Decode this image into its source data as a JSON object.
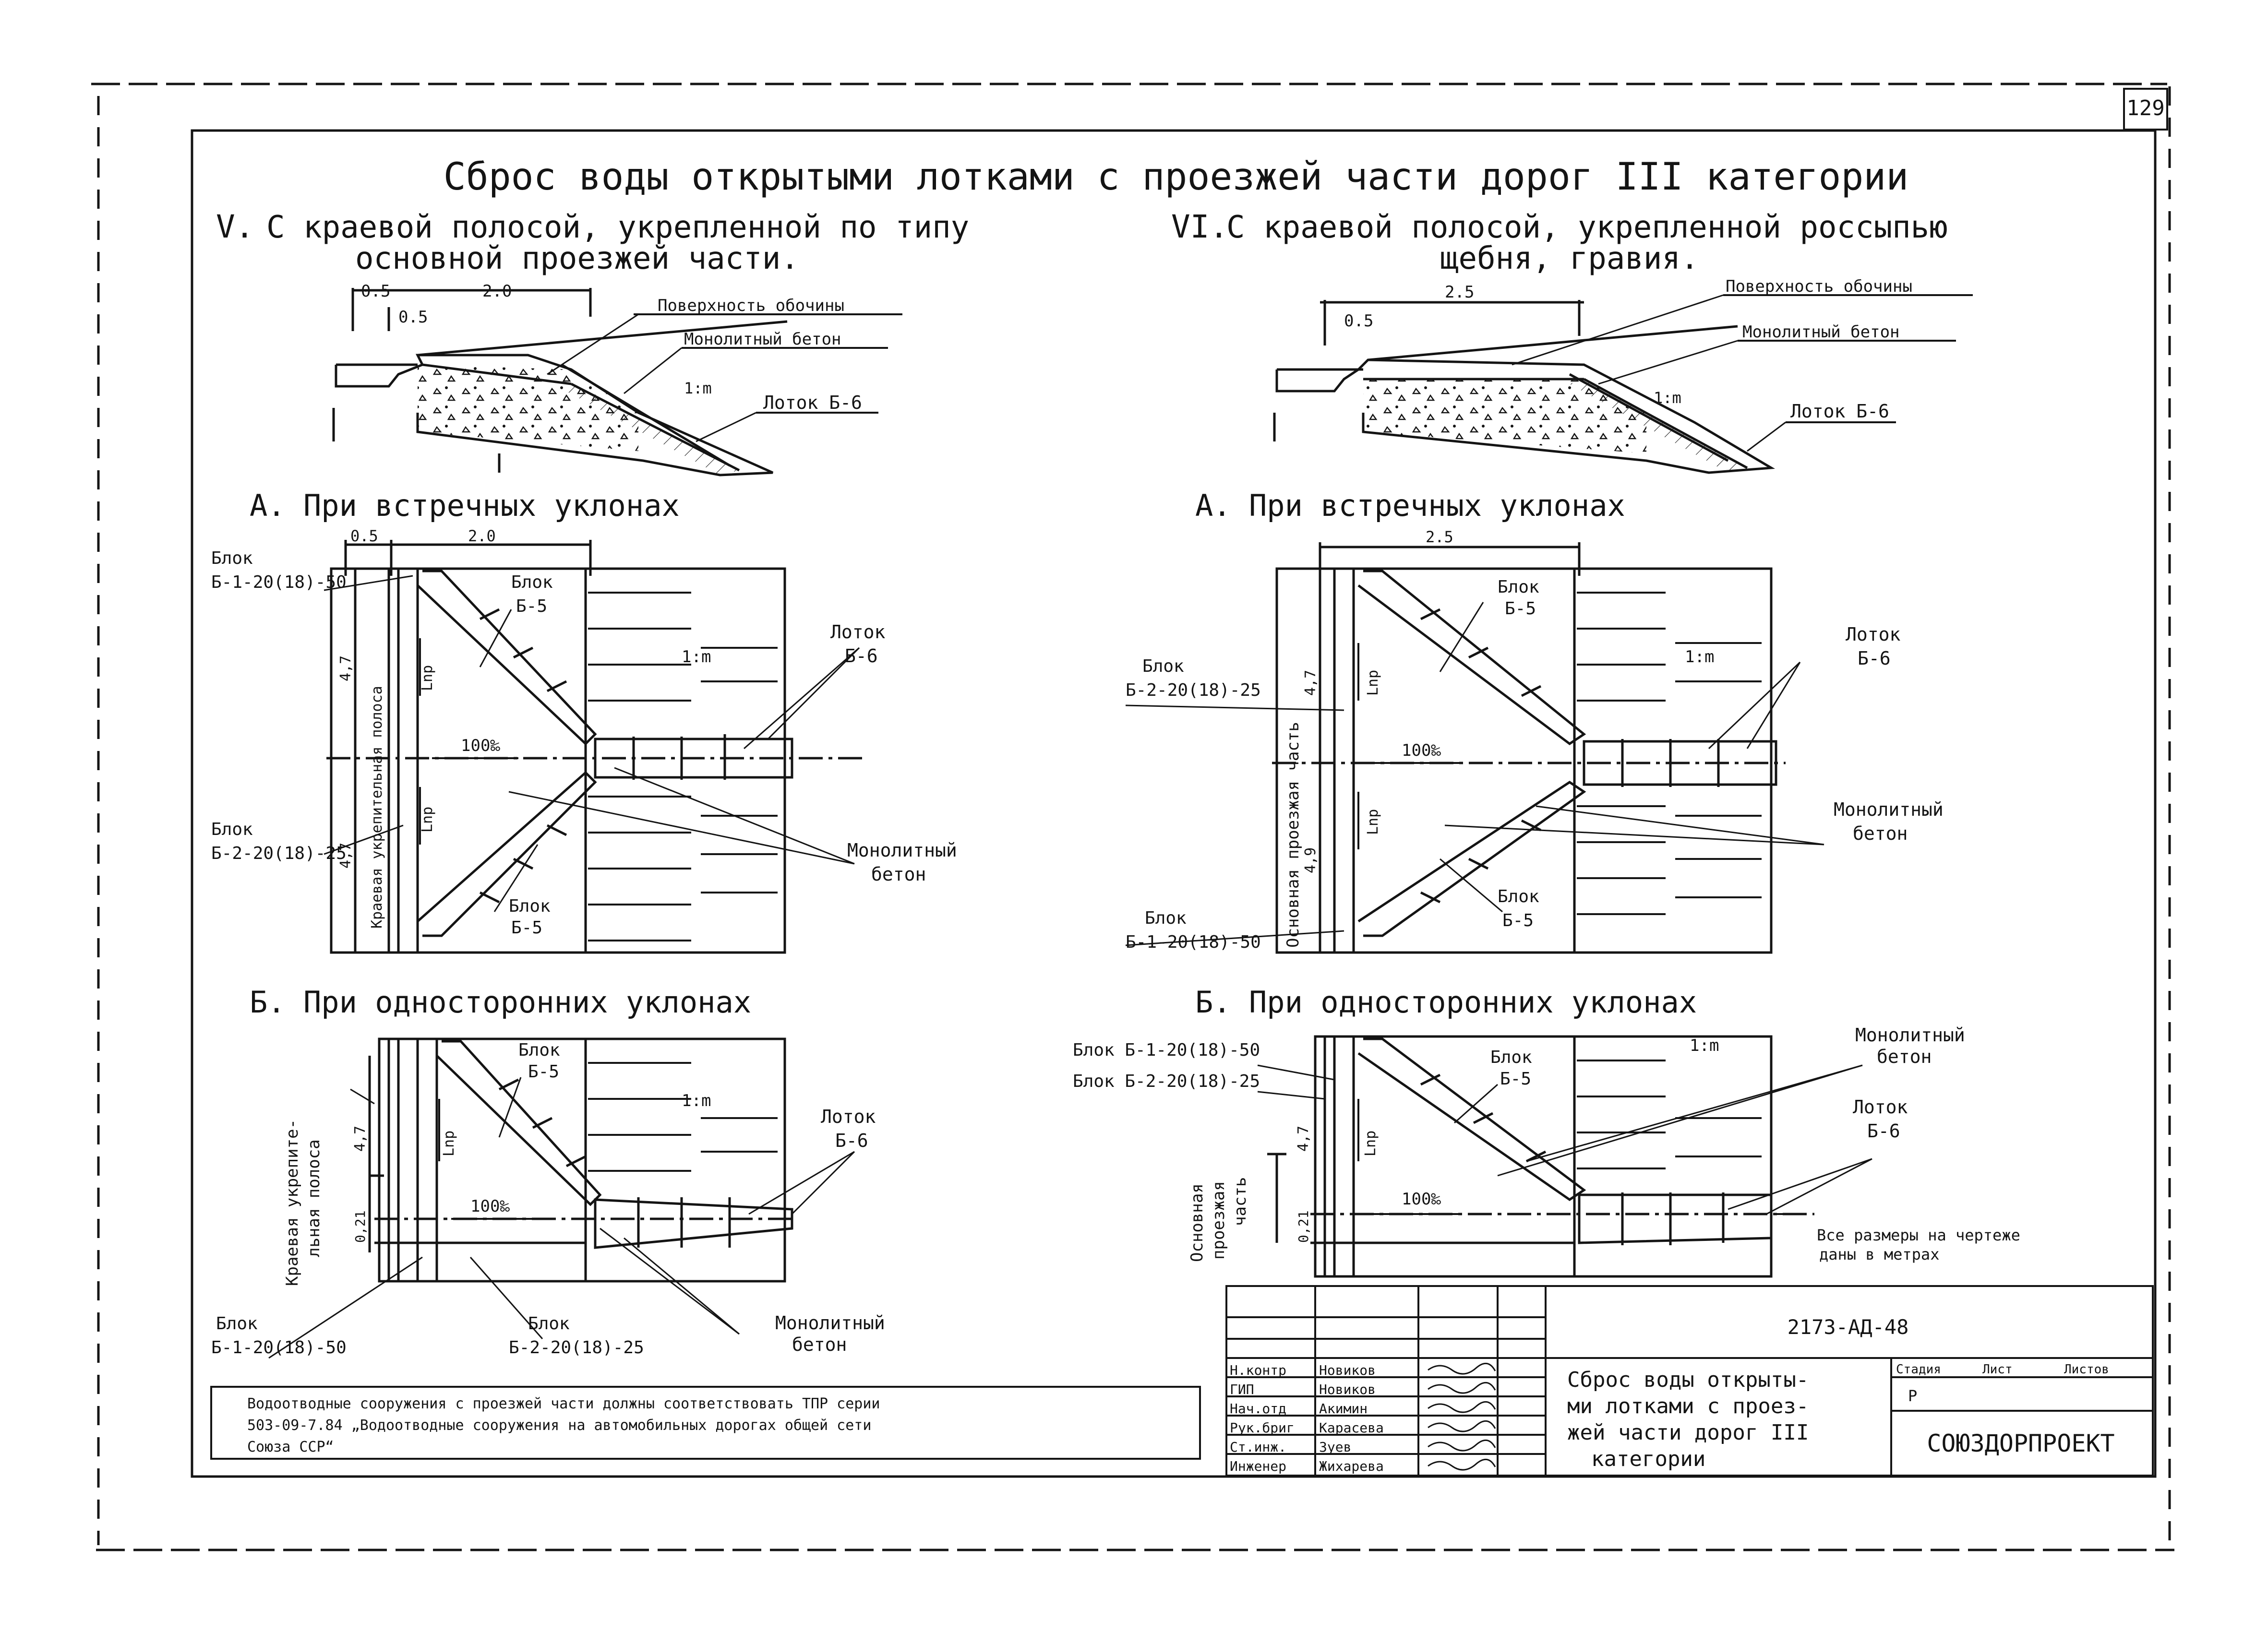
{
  "sheet_number": "129",
  "title": "Сброс воды открытыми лотками с проезжей части дорог III категории",
  "left": {
    "section_no": "V.",
    "heading_1": "С краевой полосой, укрепленной по типу",
    "heading_2": "основной проезжей части.",
    "profile": {
      "dim_a": "0.5",
      "dim_b": "0.5",
      "dim_c": "2.0",
      "surface": "Поверхность обочины",
      "concrete": "Монолитный бетон",
      "chute": "Лоток Б-6",
      "slope": "1:m"
    },
    "plan_a": {
      "title": "А.  При встречных уклонах",
      "dim_a": "0.5",
      "dim_b": "2.0",
      "block_top_1": "Блок",
      "block_top_2": "Б-1-20(18)-50",
      "block_bot_1": "Блок",
      "block_bot_2": "Б-2-20(18)-25",
      "b5": "Блок",
      "b5_2": "Б-5",
      "chute_1": "Лоток",
      "chute_2": "Б-6",
      "concrete_1": "Монолитный",
      "concrete_2": "бетон",
      "strip": "Краевая укрепительная полоса",
      "lnp": "Lnp",
      "slope": "1:m",
      "grade": "100‰",
      "d47a": "4,7",
      "d47b": "4,7"
    },
    "plan_b": {
      "title": "Б.  При односторонних уклонах",
      "strip_1": "Краевая укрепите-",
      "strip_2": "льная полоса",
      "b5": "Блок",
      "b5_2": "Б-5",
      "chute_1": "Лоток",
      "chute_2": "Б-6",
      "block_1a": "Блок",
      "block_1b": "Б-1-20(18)-50",
      "block_2a": "Блок",
      "block_2b": "Б-2-20(18)-25",
      "concrete_1": "Монолитный",
      "concrete_2": "бетон",
      "lnp": "Lnp",
      "slope": "1:m",
      "grade": "100‰",
      "d47": "4,7",
      "d021": "0,21"
    }
  },
  "right": {
    "section_no": "VI.",
    "heading_1": "С краевой полосой, укрепленной россыпью",
    "heading_2": "щебня, гравия.",
    "profile": {
      "dim_a": "0.5",
      "dim_c": "2.5",
      "surface": "Поверхность обочины",
      "concrete": "Монолитный бетон",
      "chute": "Лоток Б-6",
      "slope": "1:m"
    },
    "plan_a": {
      "title": "А.  При встречных уклонах",
      "dim": "2.5",
      "b5_top": "Блок",
      "b5_top_2": "Б-5",
      "block_1": "Блок",
      "block_2": "Б-2-20(18)-25",
      "chute_1": "Лоток",
      "chute_2": "Б-6",
      "concrete_1": "Монолитный",
      "concrete_2": "бетон",
      "b5_bot": "Блок",
      "b5_bot_2": "Б-5",
      "block_b1": "Блок",
      "block_b2": "Б-1-20(18)-50",
      "carriage": "Основная   проезжая   часть",
      "lnp": "Lnp",
      "slope": "1:m",
      "grade": "100‰",
      "d47a": "4,7",
      "d47b": "4,9"
    },
    "plan_b": {
      "title": "Б.  При односторонних уклонах",
      "block_1": "Блок Б-1-20(18)-50",
      "block_2": "Блок Б-2-20(18)-25",
      "b5": "Блок",
      "b5_2": "Б-5",
      "concrete_1": "Монолитный",
      "concrete_2": "бетон",
      "chute_1": "Лоток",
      "chute_2": "Б-6",
      "carriage_1": "Основная",
      "carriage_2": "проезжая",
      "carriage_3": "часть",
      "lnp": "Lnp",
      "slope": "1:m",
      "grade": "100‰",
      "d47": "4,7",
      "d021": "0,21",
      "note_1": "Все размеры на чертеже",
      "note_2": "даны в метрах"
    }
  },
  "footnote": {
    "line_1": "Водоотводные сооружения с проезжей части должны соответствовать ТПР серии",
    "line_2": "503-09-7.84 „Водоотводные сооружения на автомобильных дорогах общей сети",
    "line_3": "Союза ССР“"
  },
  "stamp": {
    "code": "2173-АД-48",
    "title_1": "Сброс воды открыты-",
    "title_2": "ми лотками с проез-",
    "title_3": "жей части дорог III",
    "title_4": "категории",
    "stage_label": "Стадия",
    "sheet_label": "Лист",
    "sheets_label": "Листов",
    "stage_value": "Р",
    "org": "СОЮЗДОРПРОЕКТ",
    "rows": [
      {
        "role": "Н.контр",
        "name": "Новиков"
      },
      {
        "role": "ГИП",
        "name": "Новиков"
      },
      {
        "role": "Нач.отд",
        "name": "Акимин"
      },
      {
        "role": "Рук.бриг",
        "name": "Карасева"
      },
      {
        "role": "Ст.инж.",
        "name": "Зуев"
      },
      {
        "role": "Инженер",
        "name": "Жихарева"
      }
    ]
  }
}
